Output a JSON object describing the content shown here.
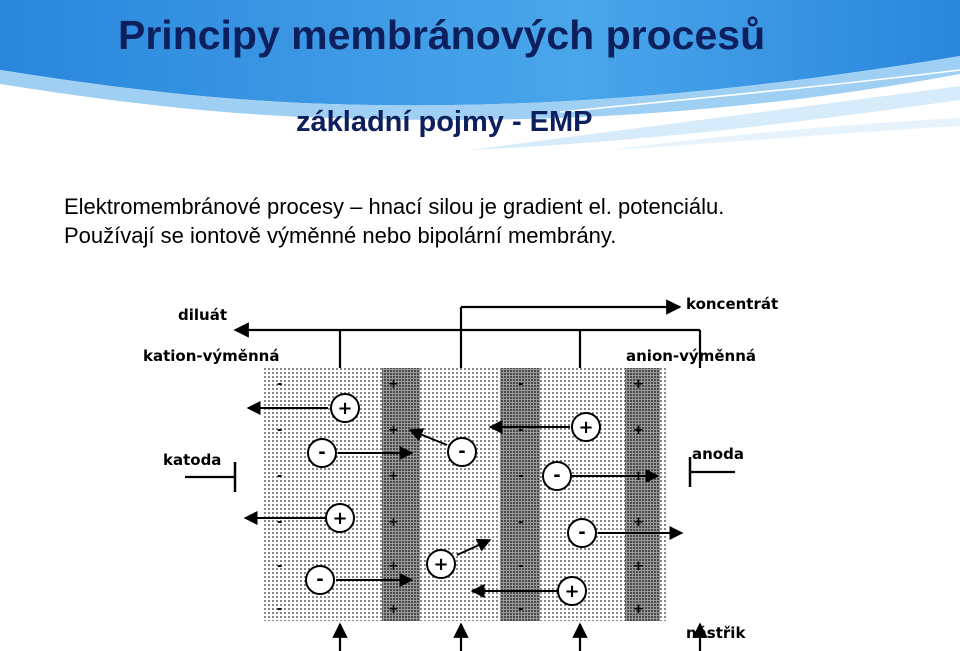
{
  "slide": {
    "title": "Principy membránových procesů",
    "subtitle": "základní pojmy - EMP",
    "text_line_1": "Elektromembránové procesy – hnací silou je gradient el. potenciálu.",
    "text_line_2": "Používají se iontově výměnné nebo bipolární membrány."
  },
  "diagram": {
    "label_diluat": "diluát",
    "label_koncentrat": "koncentrát",
    "label_kation": "kation-výměnná",
    "label_anion": "anion-výměnná",
    "label_katoda": "katoda",
    "label_anoda": "anoda",
    "label_nastrik": "nástřik",
    "plus_sign": "+",
    "minus_sign": "-"
  },
  "colors": {
    "title": "#0d1f5c",
    "header_blue": "#2f8ee0",
    "header_light": "#bfe0f8"
  }
}
